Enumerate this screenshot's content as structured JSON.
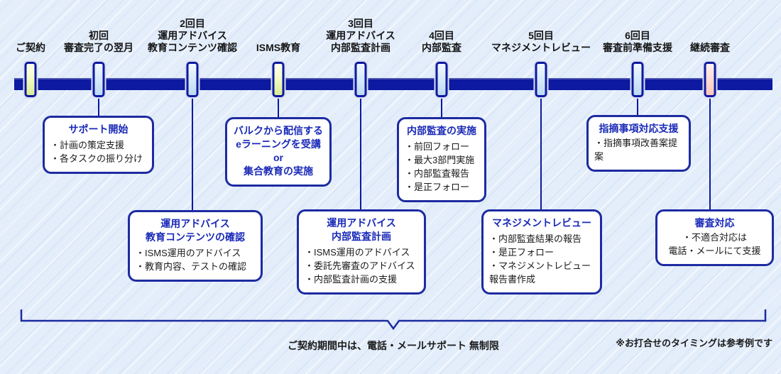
{
  "colors": {
    "background": "#e4eefb",
    "timeline_navy": "#0c19a0",
    "box_border_navy": "#1d2ba1",
    "title_blue": "#1a2ab8",
    "marker_yellow": "#dcec92",
    "marker_blue": "#bcd9f3",
    "marker_pink": "#ffc5b8",
    "text_black": "#1a1a1a"
  },
  "timeline": {
    "milestones": [
      {
        "label_lines": [
          "ご契約"
        ],
        "marker_color": "yellow"
      },
      {
        "label_lines": [
          "初回",
          "審査完了の翌月"
        ],
        "marker_color": "blue"
      },
      {
        "label_lines": [
          "2回目",
          "運用アドバイス",
          "教育コンテンツ確認"
        ],
        "marker_color": "blue"
      },
      {
        "label_lines": [
          "ISMS教育"
        ],
        "marker_color": "yellow"
      },
      {
        "label_lines": [
          "3回目",
          "運用アドバイス",
          "内部監査計画"
        ],
        "marker_color": "blue"
      },
      {
        "label_lines": [
          "4回目",
          "内部監査"
        ],
        "marker_color": "blue"
      },
      {
        "label_lines": [
          "5回目",
          "マネジメントレビュー"
        ],
        "marker_color": "blue"
      },
      {
        "label_lines": [
          "6回目",
          "審査前準備支援"
        ],
        "marker_color": "blue"
      },
      {
        "label_lines": [
          "継続審査"
        ],
        "marker_color": "pink"
      }
    ]
  },
  "callouts": [
    {
      "title_lines": [
        "サポート開始"
      ],
      "body_lines": [
        "・計画の策定支援",
        "・各タスクの振り分け"
      ]
    },
    {
      "title_lines": [
        "運用アドバイス",
        "教育コンテンツの確認"
      ],
      "body_lines": [
        "・ISMS運用のアドバイス",
        "・教育内容、テストの確認"
      ]
    },
    {
      "title_lines": [
        "バルクから配信する",
        "eラーニングを受講",
        "or",
        "集合教育の実施"
      ],
      "body_lines": []
    },
    {
      "title_lines": [
        "運用アドバイス",
        "内部監査計画"
      ],
      "body_lines": [
        "・ISMS運用のアドバイス",
        "・委託先審査のアドバイス",
        "・内部監査計画の支援"
      ]
    },
    {
      "title_lines": [
        "内部監査の実施"
      ],
      "body_lines": [
        "・前回フォロー",
        "・最大3部門実施",
        "・内部監査報告",
        "・是正フォロー"
      ]
    },
    {
      "title_lines": [
        "マネジメントレビュー"
      ],
      "body_lines": [
        "・内部監査結果の報告",
        "・是正フォロー",
        "・マネジメントレビュー",
        "報告書作成"
      ]
    },
    {
      "title_lines": [
        "指摘事項対応支援"
      ],
      "body_lines": [
        "・指摘事項改善案提案"
      ]
    },
    {
      "title_lines": [
        "審査対応"
      ],
      "body_lines": [
        "・不適合対応は",
        "電話・メールにて支援"
      ]
    }
  ],
  "footer": {
    "bracket_note": "ご契約期間中は、電話・メールサポート 無制限",
    "disclaimer": "※お打合せのタイミングは参考例です"
  }
}
